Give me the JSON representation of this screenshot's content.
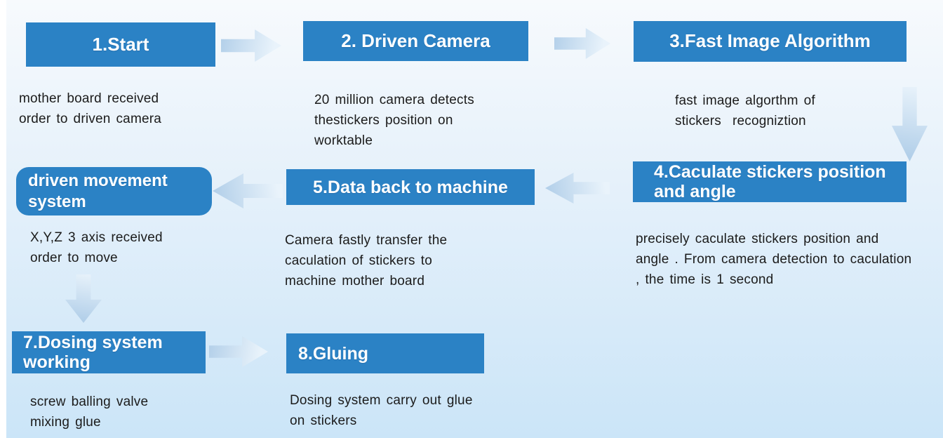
{
  "colors": {
    "box_blue": "#2b82c5",
    "arrow_dark": "#b2cfe9",
    "arrow_light": "#e9f3fb",
    "bg_top": "#f7fafd",
    "bg_bottom": "#cbe5f8",
    "title_text": "#ffffff",
    "body_text": "#1b1b1b"
  },
  "steps": [
    {
      "name": "start",
      "title": "1.Start",
      "desc": "mother board received order to driven camera"
    },
    {
      "name": "driven-camera",
      "title": "2. Driven Camera",
      "desc": "20 million camera detects thestickers position on worktable"
    },
    {
      "name": "fast-image-algorithm",
      "title": "3.Fast Image Algorithm",
      "desc": "fast image algorthm of stickers  recogniztion"
    },
    {
      "name": "caculate-stickers-position-and-angle",
      "title": "4.Caculate stickers position and angle",
      "desc": "precisely caculate stickers position and angle . From camera detection to caculation , the time is 1 second"
    },
    {
      "name": "data-back-to-machine",
      "title": "5.Data back to machine",
      "desc": "Camera fastly transfer the caculation of stickers to machine mother board"
    },
    {
      "name": "driven-movement-system",
      "title": "driven movement system",
      "desc": "X,Y,Z 3 axis received order to move"
    },
    {
      "name": "dosing-system-working",
      "title": "7.Dosing system working",
      "desc": "screw balling valve mixing glue"
    },
    {
      "name": "gluing",
      "title": "8.Gluing",
      "desc": "Dosing system carry out glue on stickers"
    }
  ],
  "arrows": [
    {
      "name": "arrow-start-to-driven-camera",
      "direction": "right"
    },
    {
      "name": "arrow-driven-camera-to-fast-image-algorithm",
      "direction": "right"
    },
    {
      "name": "arrow-fast-image-algorithm-to-caculate",
      "direction": "down"
    },
    {
      "name": "arrow-caculate-to-data-back",
      "direction": "left"
    },
    {
      "name": "arrow-data-back-to-driven-movement",
      "direction": "left"
    },
    {
      "name": "arrow-driven-movement-to-dosing",
      "direction": "down"
    },
    {
      "name": "arrow-dosing-to-gluing",
      "direction": "right"
    }
  ]
}
